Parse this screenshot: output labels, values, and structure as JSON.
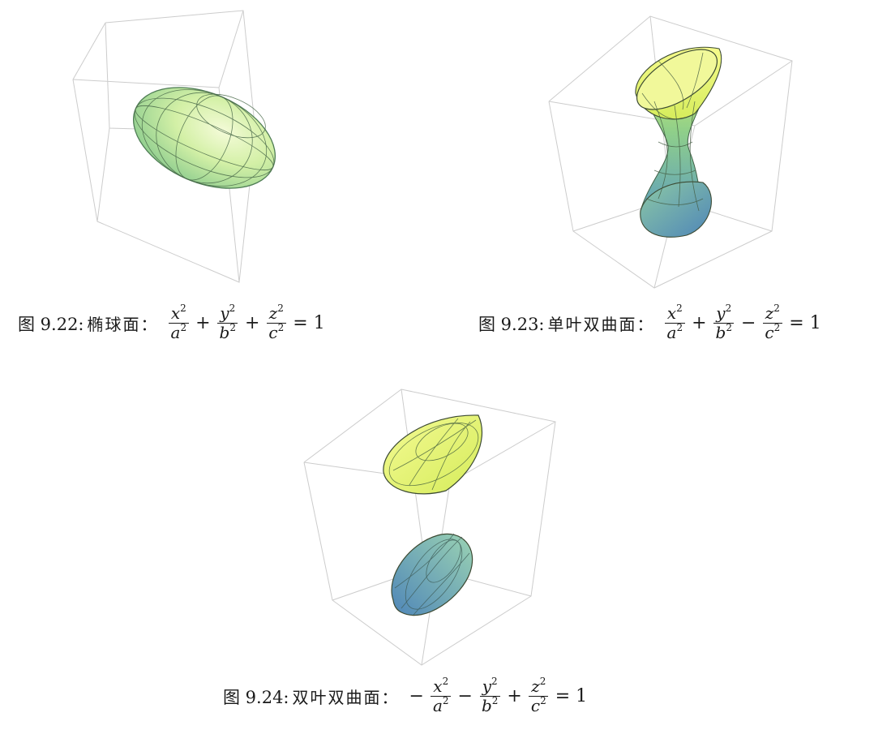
{
  "figures": [
    {
      "label": "图 9.22:",
      "name": "椭球面：",
      "terms": [
        {
          "sign": "",
          "num": "x",
          "den": "a"
        },
        {
          "sign": "+",
          "num": "y",
          "den": "b"
        },
        {
          "sign": "+",
          "num": "z",
          "den": "c"
        }
      ],
      "rhs": "= 1"
    },
    {
      "label": "图 9.23:",
      "name": "单叶双曲面：",
      "terms": [
        {
          "sign": "",
          "num": "x",
          "den": "a"
        },
        {
          "sign": "+",
          "num": "y",
          "den": "b"
        },
        {
          "sign": "−",
          "num": "z",
          "den": "c"
        }
      ],
      "rhs": "= 1"
    },
    {
      "label": "图 9.24:",
      "name": "双叶双曲面：",
      "terms": [
        {
          "sign": "−",
          "num": "x",
          "den": "a"
        },
        {
          "sign": "−",
          "num": "y",
          "den": "b"
        },
        {
          "sign": "+",
          "num": "z",
          "den": "c"
        }
      ],
      "rhs": "= 1"
    }
  ],
  "exponent": "2",
  "colors": {
    "box_lines": "#c8c8c8",
    "mesh": "#3d5a3a",
    "yellow": "#ecf56a",
    "green": "#b8e48e",
    "blue": "#5f95bd"
  }
}
